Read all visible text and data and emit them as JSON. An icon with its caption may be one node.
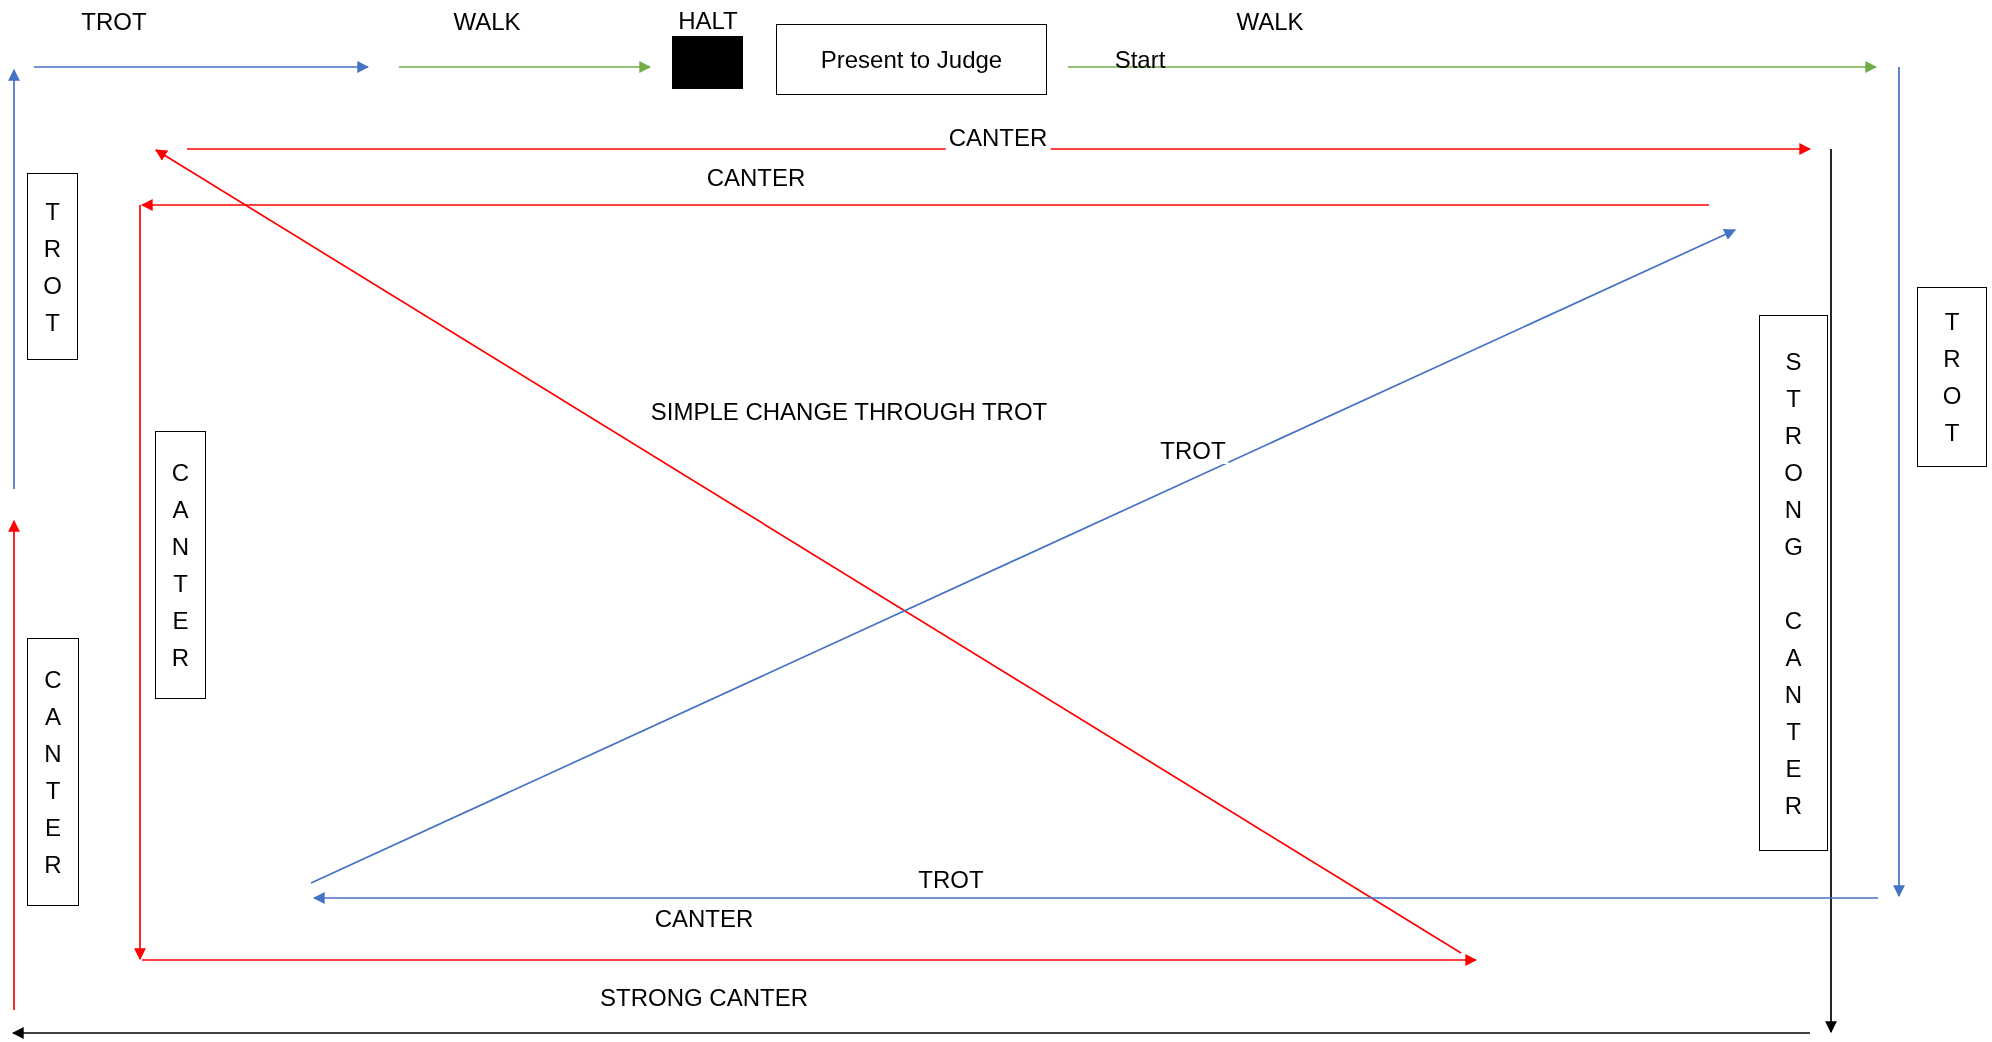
{
  "diagram": {
    "nodes": [
      {
        "text": [],
        "shape": "box"
      },
      {
        "text": [
          "Present to Judge"
        ]
      },
      {
        "text": [
          "TROT"
        ]
      },
      {
        "text": [
          "TROT"
        ]
      },
      {
        "text": [
          "STRONG CANTER"
        ]
      },
      {
        "text": [
          "CANTER"
        ]
      },
      {
        "text": [
          "CANTER"
        ]
      }
    ],
    "labels": [
      "TROT",
      "WALK",
      "HALT",
      "WALK",
      "Start",
      "CANTER",
      "CANTER",
      "SIMPLE CHANGE THROUGH TROT",
      "TROT",
      "TROT",
      "CANTER",
      "STRONG CANTER"
    ]
  }
}
